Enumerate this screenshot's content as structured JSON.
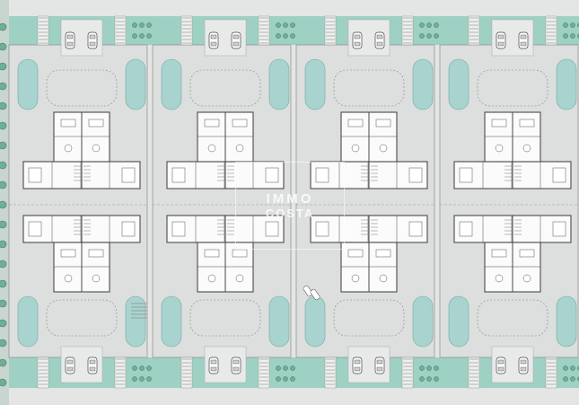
{
  "plan": {
    "units_per_row": 8,
    "rows": 2,
    "blocks": 4
  },
  "watermark": {
    "line1": "IMMO",
    "line2": "COSTA"
  },
  "colors": {
    "ground": "#e3e6e4",
    "green_strip": "#9fd0c4",
    "pool": "#a9d3cf",
    "parking": "#d7dad9",
    "wall": "#4a4a4a",
    "room": "#fbfbfb",
    "path": "#cfd3d1"
  }
}
